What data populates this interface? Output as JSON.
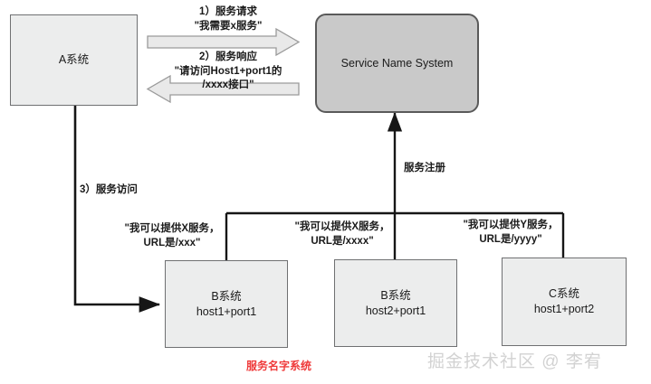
{
  "diagram": {
    "title_note": "服务名字系统",
    "watermark": "掘金技术社区 @ 李宥",
    "colors": {
      "node_fill": "#eceded",
      "node_stroke": "#6f7072",
      "registry_fill": "#c9c9c9",
      "registry_stroke": "#5a5a5a",
      "line": "#161616",
      "block_arrow_fill": "#e8e8e8",
      "block_arrow_stroke": "#8d8d8d",
      "note_red": "#ef3b3b",
      "watermark_gray": "#d2d2d2"
    },
    "nodes": [
      {
        "id": "a-system",
        "label_lines": [
          "A系统"
        ]
      },
      {
        "id": "service-name-system",
        "label_lines": [
          "Service Name System"
        ]
      },
      {
        "id": "b-system-1",
        "label_lines": [
          "B系统",
          "host1+port1"
        ]
      },
      {
        "id": "b-system-2",
        "label_lines": [
          "B系统",
          "host2+port1"
        ]
      },
      {
        "id": "c-system",
        "label_lines": [
          "C系统",
          "host1+port2"
        ]
      }
    ],
    "edge_labels": {
      "request": [
        "1）服务请求",
        "\"我需要x服务\""
      ],
      "response": [
        "2）服务响应",
        "\"请访问Host1+port1的",
        "/xxxx接口\""
      ],
      "access": [
        "3）服务访问"
      ],
      "register": [
        "服务注册"
      ],
      "reg_b1": [
        "\"我可以提供X服务，",
        "URL是/xxx\""
      ],
      "reg_b2": [
        "\"我可以提供X服务，",
        "URL是/xxxx\""
      ],
      "reg_c": [
        "\"我可以提供Y服务，",
        "URL是/yyyy\""
      ]
    }
  }
}
